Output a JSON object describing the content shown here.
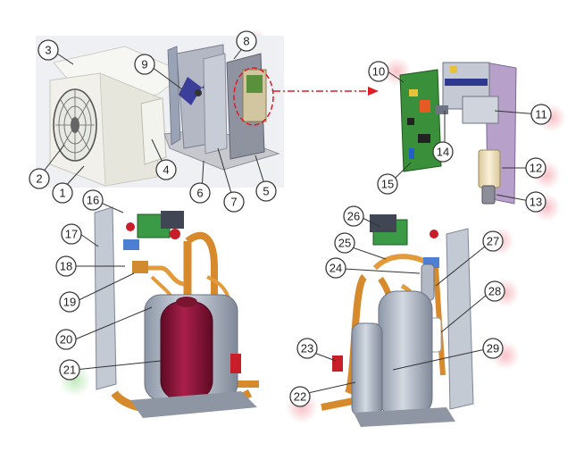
{
  "diagram": {
    "callouts": [
      {
        "id": "1",
        "label": "1"
      },
      {
        "id": "2",
        "label": "2"
      },
      {
        "id": "3",
        "label": "3"
      },
      {
        "id": "4",
        "label": "4"
      },
      {
        "id": "5",
        "label": "5"
      },
      {
        "id": "6",
        "label": "6"
      },
      {
        "id": "7",
        "label": "7"
      },
      {
        "id": "8",
        "label": "8"
      },
      {
        "id": "9",
        "label": "9"
      },
      {
        "id": "10",
        "label": "10"
      },
      {
        "id": "11",
        "label": "11"
      },
      {
        "id": "12",
        "label": "12"
      },
      {
        "id": "13",
        "label": "13"
      },
      {
        "id": "14",
        "label": "14"
      },
      {
        "id": "15",
        "label": "15"
      },
      {
        "id": "16",
        "label": "16"
      },
      {
        "id": "17",
        "label": "17"
      },
      {
        "id": "18",
        "label": "18"
      },
      {
        "id": "19",
        "label": "19"
      },
      {
        "id": "20",
        "label": "20"
      },
      {
        "id": "21",
        "label": "21"
      },
      {
        "id": "22",
        "label": "22"
      },
      {
        "id": "23",
        "label": "23"
      },
      {
        "id": "24",
        "label": "24"
      },
      {
        "id": "25",
        "label": "25"
      },
      {
        "id": "26",
        "label": "26"
      },
      {
        "id": "27",
        "label": "27"
      },
      {
        "id": "28",
        "label": "28"
      },
      {
        "id": "29",
        "label": "29"
      }
    ],
    "colors": {
      "panel_bg": "#eef0f3",
      "casing": "#f1f0ea",
      "chassis": "#8c8f99",
      "copper": "#e0932e",
      "compressor": "#aab3c2",
      "accumulator": "#8e1237",
      "pcb": "#3a8f3a",
      "highlight_ring": "#e01c24",
      "highlight_pink": "#f6b9c1",
      "highlight_green": "#b9e7b3"
    }
  }
}
